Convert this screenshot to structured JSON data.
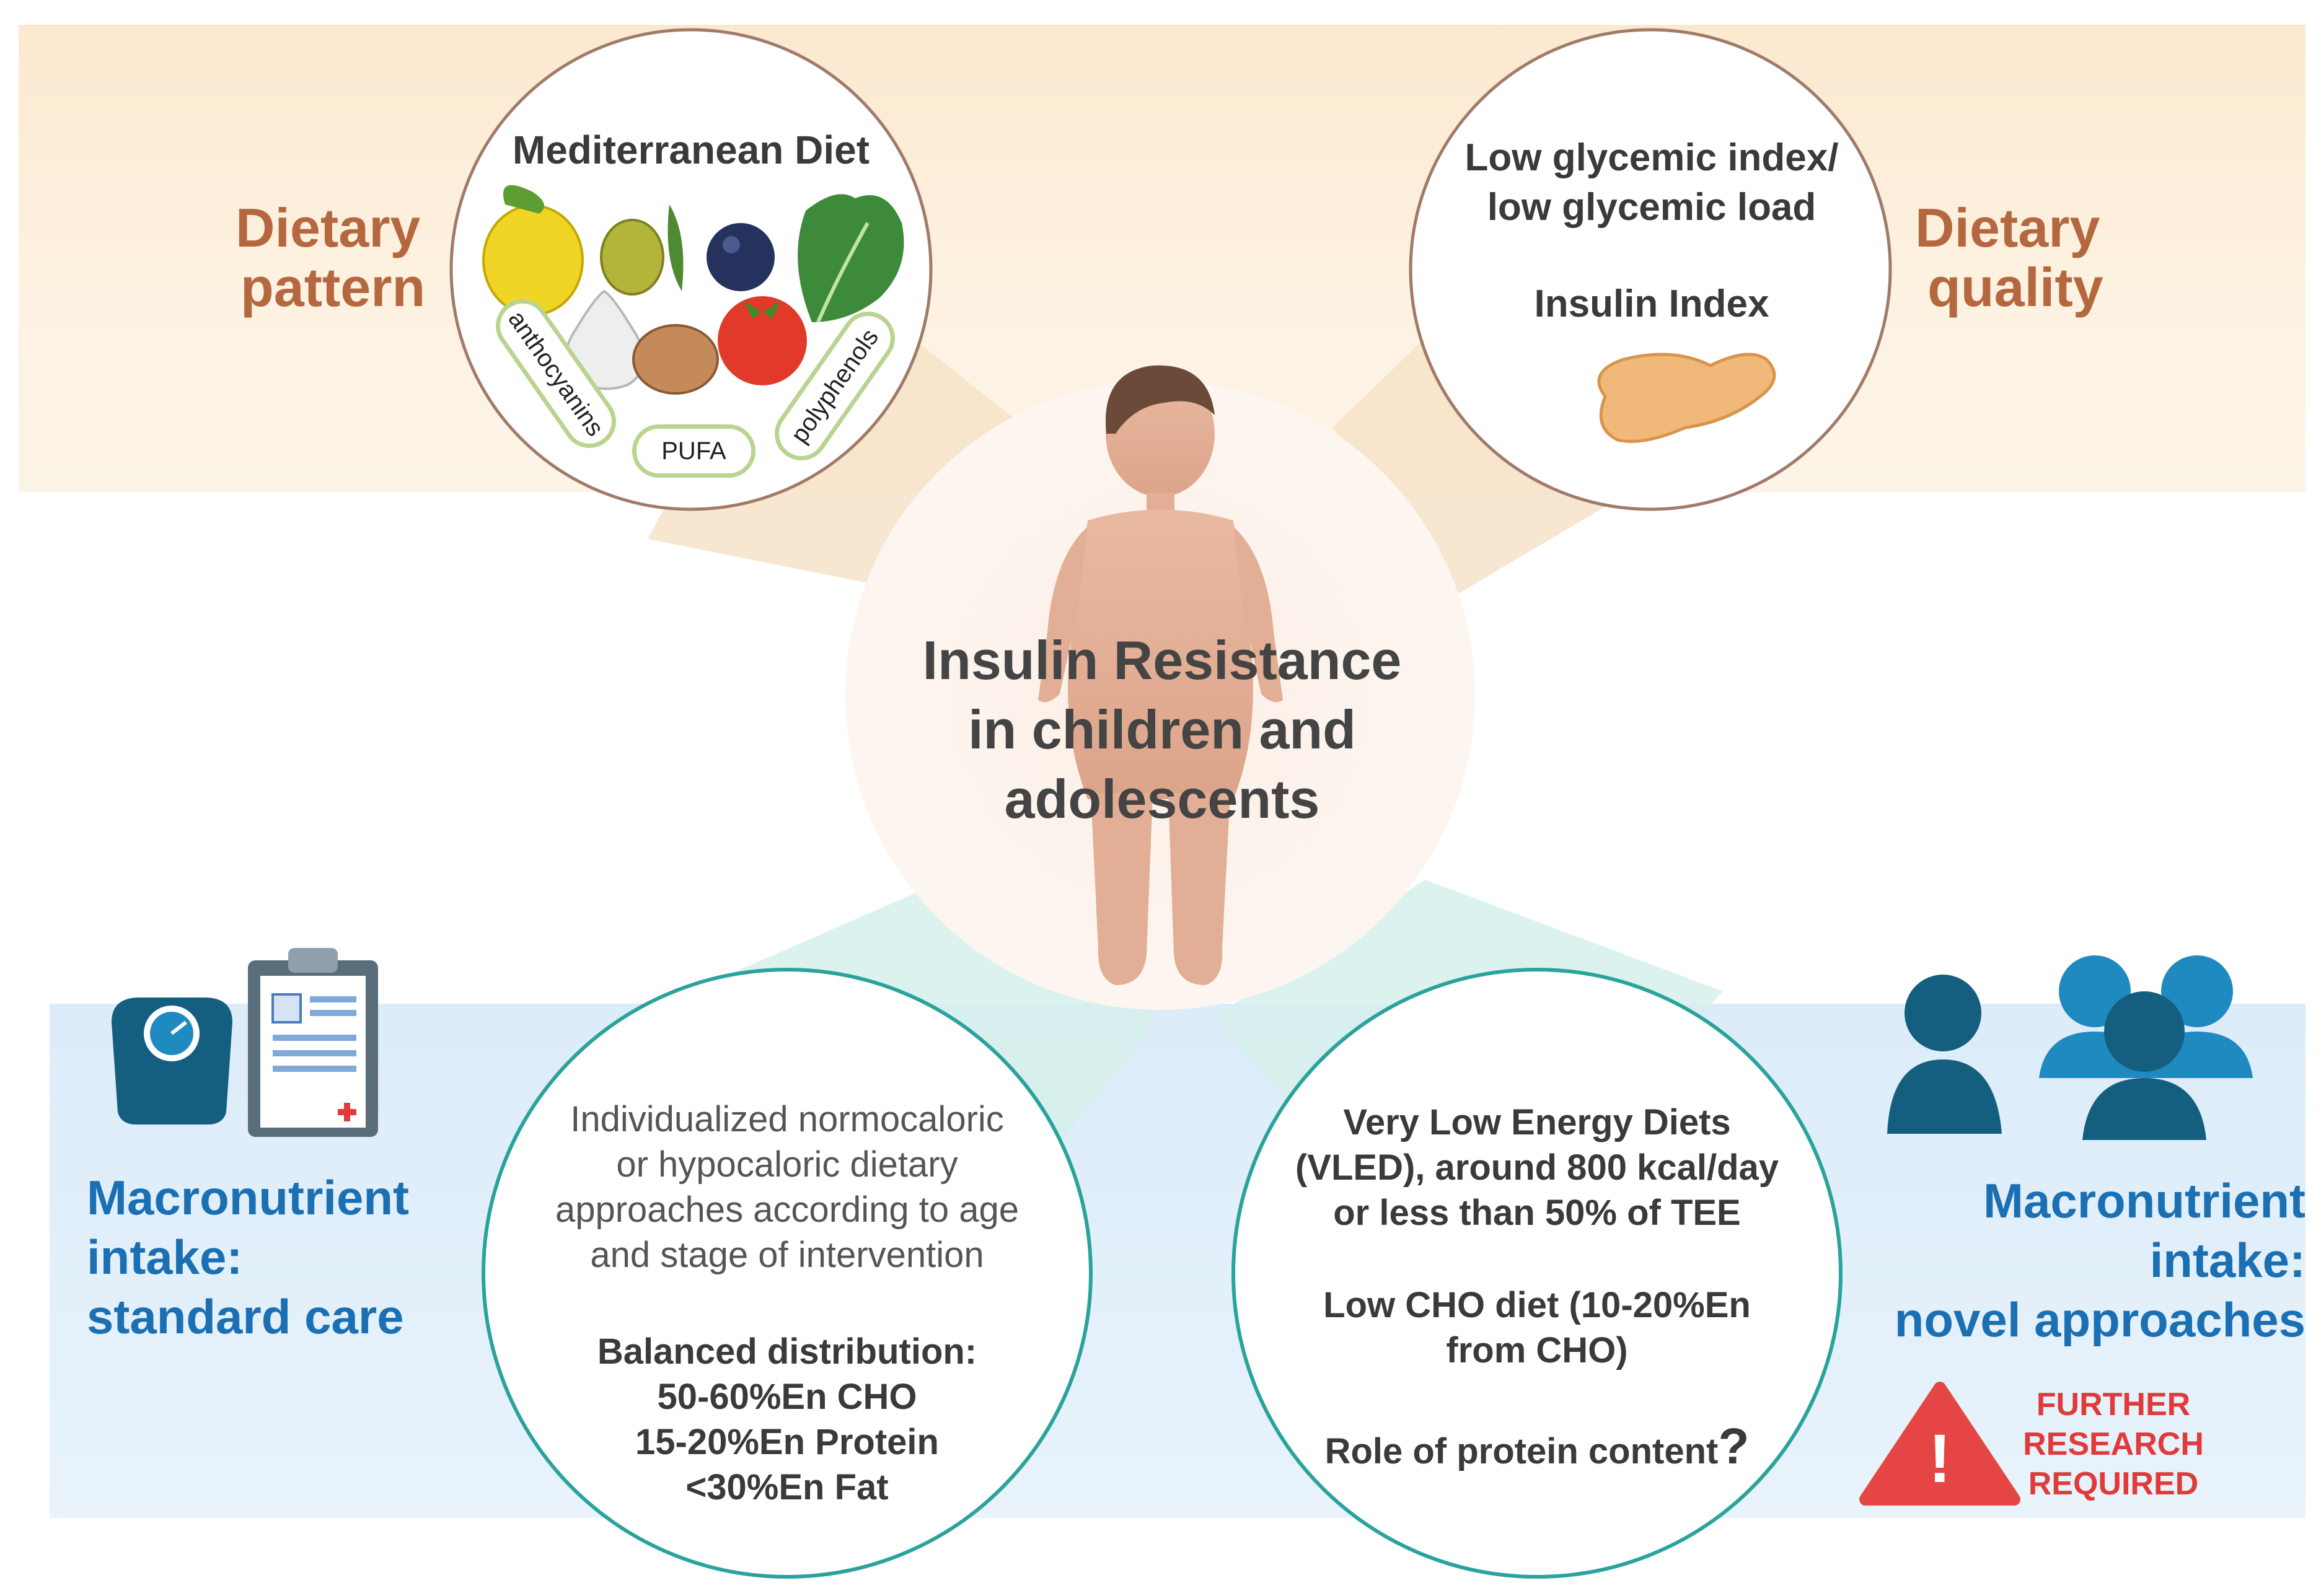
{
  "top_left": {
    "label_line1": "Dietary",
    "label_line2": "pattern",
    "circle_title": "Mediterranean Diet",
    "tags": [
      "anthocyanins",
      "PUFA",
      "polyphenols"
    ]
  },
  "top_right": {
    "label_line1": "Dietary",
    "label_line2": "quality",
    "line1": "Low glycemic index/",
    "line2": "low glycemic load",
    "line3": "Insulin Index"
  },
  "center": {
    "line1": "Insulin Resistance",
    "line2": "in children and",
    "line3": "adolescents"
  },
  "bottom_left": {
    "label_line1": "Macronutrient",
    "label_line2": "intake:",
    "label_line3": "standard care",
    "para": [
      "Individualized normocaloric",
      "or hypocaloric dietary",
      "approaches according to age",
      "and stage of intervention"
    ],
    "bold": [
      "Balanced distribution:",
      "50-60%En CHO",
      "15-20%En Protein",
      "<30%En Fat"
    ]
  },
  "bottom_right": {
    "label_line1": "Macronutrient",
    "label_line2": "intake:",
    "label_line3": "novel approaches",
    "block1": [
      "Very Low Energy Diets",
      "(VLED), around 800 kcal/day",
      "or less than 50% of TEE"
    ],
    "block2": [
      "Low CHO diet (10-20%En",
      "from CHO)"
    ],
    "block3_text": "Role of protein content",
    "block3_mark": "?",
    "warning": [
      "FURTHER",
      "RESEARCH",
      "REQUIRED"
    ],
    "warning_symbol": "!"
  },
  "colors": {
    "orange_label": "#b5683f",
    "blue_label": "#1b6fb3",
    "teal_circle": "#2aa39c",
    "brown_circle": "#a27a6a",
    "warning_red": "#e03a3a",
    "icon_blue": "#145f80"
  },
  "icons": [
    "lemon-icon",
    "olive-icon",
    "blueberry-icon",
    "spinach-icon",
    "garlic-icon",
    "walnut-icon",
    "tomato-icon",
    "pancreas-icon",
    "child-figure",
    "scale-icon",
    "clipboard-icon",
    "people-icon",
    "warning-icon"
  ]
}
